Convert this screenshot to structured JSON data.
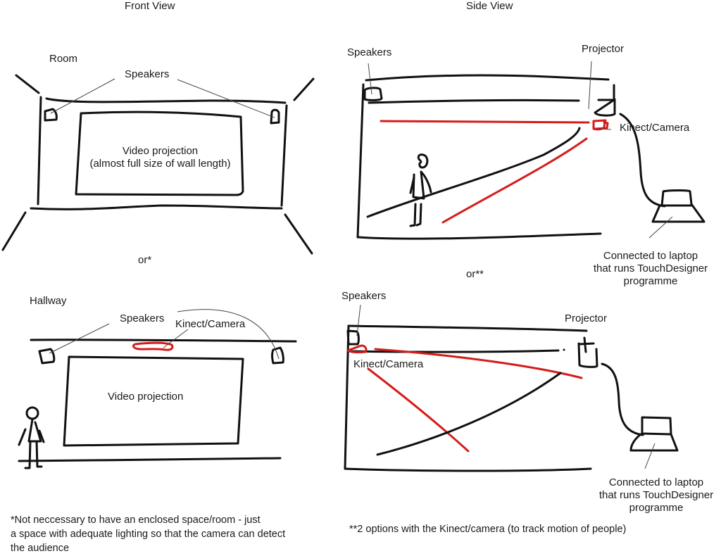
{
  "front_view": {
    "title": "Front View",
    "room_label": "Room",
    "speakers_label": "Speakers",
    "projection_label_line1": "Video projection",
    "projection_label_line2": "(almost full size of wall length)",
    "or_label": "or*"
  },
  "hallway_view": {
    "hallway_label": "Hallway",
    "speakers_label": "Speakers",
    "kinect_label": "Kinect/Camera",
    "projection_label": "Video projection"
  },
  "side_view": {
    "title": "Side View",
    "speakers_label": "Speakers",
    "projector_label": "Projector",
    "kinect_label": "Kinect/Camera",
    "laptop_label_line1": "Connected to laptop",
    "laptop_label_line2": "that runs TouchDesigner",
    "laptop_label_line3": "programme",
    "or_label": "or**"
  },
  "side_view_alt": {
    "speakers_label": "Speakers",
    "projector_label": "Projector",
    "kinect_label": "Kinect/Camera",
    "laptop_label_line1": "Connected to laptop",
    "laptop_label_line2": "that runs TouchDesigner",
    "laptop_label_line3": "programme"
  },
  "notes": {
    "footnote_1_line1": "*Not neccessary to have an enclosed space/room - just",
    "footnote_1_line2": "a space with adequate lighting so that the camera can detect",
    "footnote_1_line3": "the audience",
    "footnote_2": "**2 options with the Kinect/camera (to track motion of people)"
  },
  "colors": {
    "ink": "#111111",
    "kinect_beam": "#d51c1c"
  }
}
